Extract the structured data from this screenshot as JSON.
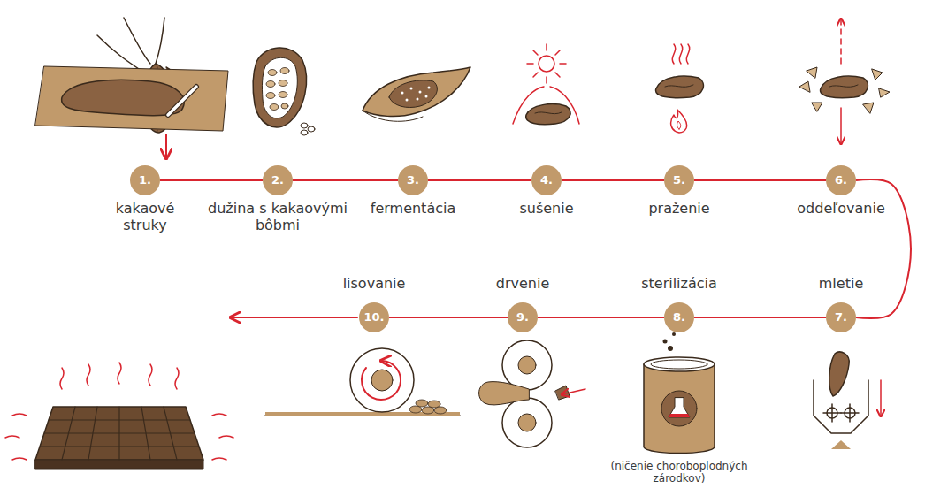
{
  "diagram": {
    "nodes": [
      {
        "text": [
          "1.",
          "kakaové struky"
        ]
      },
      {
        "text": [
          "2.",
          "dužina s kakaovými bôbmi"
        ]
      },
      {
        "text": [
          "3.",
          "fermentácia"
        ]
      },
      {
        "text": [
          "4.",
          "sušenie"
        ]
      },
      {
        "text": [
          "5.",
          "praženie"
        ]
      },
      {
        "text": [
          "6.",
          "oddeľovanie"
        ]
      },
      {
        "text": [
          "7.",
          "mletie"
        ]
      },
      {
        "text": [
          "8.",
          "sterilizácia"
        ]
      },
      {
        "text": [
          "9.",
          "drvenie"
        ]
      },
      {
        "text": [
          "10.",
          "lisovanie"
        ]
      }
    ],
    "edges": [
      {
        "from": 0,
        "to": 1,
        "arrow": "none"
      },
      {
        "from": 1,
        "to": 2,
        "arrow": "none"
      },
      {
        "from": 2,
        "to": 3,
        "arrow": "none"
      },
      {
        "from": 3,
        "to": 4,
        "arrow": "none"
      },
      {
        "from": 4,
        "to": 5,
        "arrow": "none"
      },
      {
        "from": 5,
        "to": 6,
        "arrow": "none"
      },
      {
        "from": 6,
        "to": 7,
        "arrow": "none"
      },
      {
        "from": 7,
        "to": 8,
        "arrow": "none"
      },
      {
        "from": 8,
        "to": 9,
        "arrow": "none"
      }
    ],
    "labels": [
      "(ničenie choroboplodných zárodkov)"
    ]
  }
}
